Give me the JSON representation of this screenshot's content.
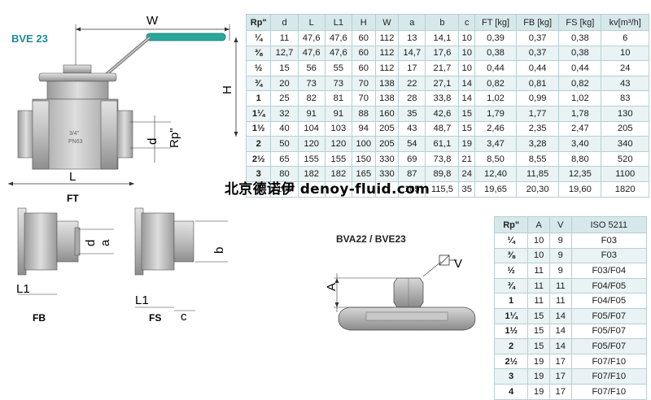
{
  "labels": {
    "bve23": "BVE 23",
    "ft": "FT",
    "fb": "FB",
    "fs": "FS",
    "bva": "BVA22 / BVE23",
    "dim_W": "W",
    "dim_H": "H",
    "dim_L": "L",
    "dim_d": "d",
    "dim_Rp": "Rp\"",
    "dim_a": "a",
    "dim_b": "b",
    "dim_L1": "L1",
    "dim_c": "c",
    "dim_A": "A",
    "dim_V": "V"
  },
  "watermark": "北京德诺伊 denoy-fluid.com",
  "colors": {
    "header_bg": "#d7e8eb",
    "stripe_bg": "#e9f2f4",
    "handle": "#2aa79b",
    "title": "#1f8b9a"
  },
  "table1": {
    "headers": [
      "Rp\"",
      "d",
      "L",
      "L1",
      "H",
      "W",
      "a",
      "b",
      "c",
      "FT [kg]",
      "FB [kg]",
      "FS [kg]",
      "kv[m³/h]"
    ],
    "rows": [
      [
        "¼",
        "11",
        "47,6",
        "47,6",
        "60",
        "112",
        "13",
        "14,1",
        "10",
        "0,39",
        "0,37",
        "0,38",
        "6"
      ],
      [
        "⅜",
        "12,7",
        "47,6",
        "47,6",
        "60",
        "112",
        "14,7",
        "17,6",
        "10",
        "0,38",
        "0,37",
        "0,38",
        "10"
      ],
      [
        "½",
        "15",
        "56",
        "55",
        "60",
        "112",
        "17",
        "21,7",
        "10",
        "0,44",
        "0,44",
        "0,44",
        "24"
      ],
      [
        "¾",
        "20",
        "73",
        "73",
        "70",
        "138",
        "22",
        "27,1",
        "14",
        "0,82",
        "0,81",
        "0,82",
        "43"
      ],
      [
        "1",
        "25",
        "82",
        "81",
        "70",
        "138",
        "28",
        "33,8",
        "14",
        "1,02",
        "0,99",
        "1,02",
        "83"
      ],
      [
        "1¼",
        "32",
        "91",
        "91",
        "88",
        "160",
        "35",
        "42,6",
        "15",
        "1,79",
        "1,77",
        "1,78",
        "130"
      ],
      [
        "1½",
        "40",
        "104",
        "103",
        "94",
        "205",
        "43",
        "48,7",
        "15",
        "2,46",
        "2,35",
        "2,47",
        "205"
      ],
      [
        "2",
        "50",
        "120",
        "120",
        "100",
        "205",
        "54",
        "61,1",
        "19",
        "3,47",
        "3,28",
        "3,40",
        "340"
      ],
      [
        "2½",
        "65",
        "155",
        "155",
        "150",
        "330",
        "69",
        "73,8",
        "21",
        "8,50",
        "8,55",
        "8,80",
        "520"
      ],
      [
        "3",
        "80",
        "182",
        "182",
        "165",
        "330",
        "87",
        "89,8",
        "24",
        "12,40",
        "11,85",
        "12,35",
        "1100"
      ],
      [
        "4",
        "100",
        "",
        "",
        "",
        "",
        "105",
        "115,5",
        "35",
        "19,65",
        "20,30",
        "19,60",
        "1820"
      ]
    ]
  },
  "table2": {
    "headers": [
      "Rp\"",
      "A",
      "V",
      "ISO 5211"
    ],
    "rows": [
      [
        "¼",
        "10",
        "9",
        "F03"
      ],
      [
        "⅜",
        "10",
        "9",
        "F03"
      ],
      [
        "½",
        "11",
        "9",
        "F03/F04"
      ],
      [
        "¾",
        "11",
        "11",
        "F04/F05"
      ],
      [
        "1",
        "11",
        "11",
        "F04/F05"
      ],
      [
        "1¼",
        "15",
        "14",
        "F05/F07"
      ],
      [
        "1½",
        "15",
        "14",
        "F05/F07"
      ],
      [
        "2",
        "15",
        "14",
        "F05/F07"
      ],
      [
        "2½",
        "19",
        "17",
        "F07/F10"
      ],
      [
        "3",
        "19",
        "17",
        "F07/F10"
      ],
      [
        "4",
        "19",
        "17",
        "F07/F10"
      ]
    ]
  }
}
